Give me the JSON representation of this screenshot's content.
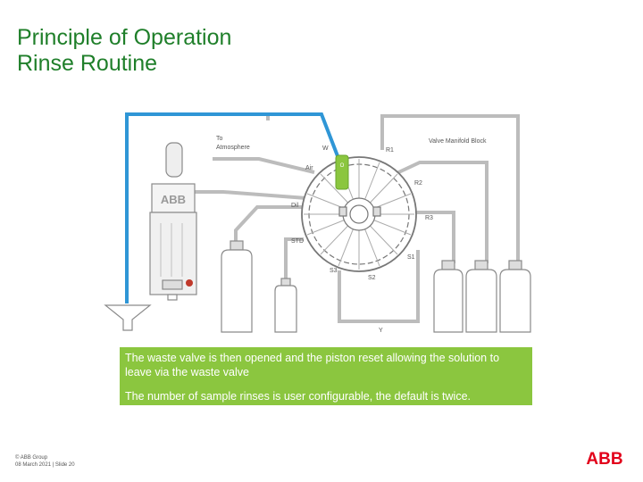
{
  "header": {
    "title_line1": "Principle of Operation",
    "title_line2": "Rinse Routine"
  },
  "diagram": {
    "labels": {
      "to_atmosphere_1": "To",
      "to_atmosphere_2": "Atmosphere",
      "waste": "W",
      "air": "Air",
      "valve_manifold": "Valve Manifold Block",
      "r1": "R1",
      "r2": "R2",
      "r3": "R3",
      "dil": "Dil",
      "std": "STD",
      "s1": "S1",
      "s2": "S2",
      "s3": "S3",
      "y": "Y",
      "abb": "ABB",
      "open_valve": "O"
    },
    "colors": {
      "active_line": "#2f96d6",
      "pipe": "#bcbcbc",
      "open_valve": "#8bc63f"
    }
  },
  "callout": {
    "line1": "The waste valve is then opened and the piston reset allowing the solution to leave via the waste valve",
    "line2": "The number of sample rinses is user configurable, the default is twice."
  },
  "footer": {
    "copyright": "© ABB Group",
    "date_slide": "08 March 2021 | Slide 20"
  },
  "brand": {
    "logo_text": "ABB",
    "logo_color": "#e2001a"
  }
}
